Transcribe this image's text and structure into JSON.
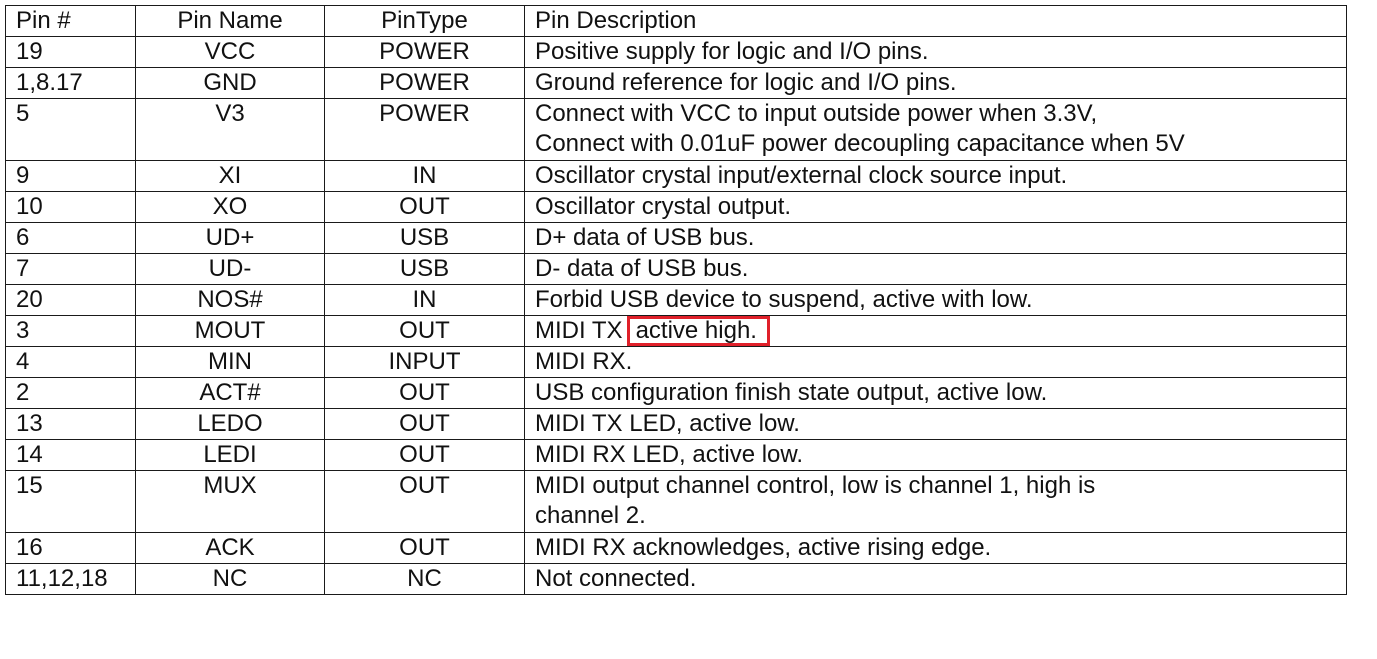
{
  "headers": {
    "pin": "Pin #",
    "name": "Pin Name",
    "type": "PinType",
    "desc": "Pin Description"
  },
  "rows": [
    {
      "pin": "19",
      "name": "VCC",
      "type": "POWER",
      "desc": [
        "Positive supply for logic and I/O pins."
      ]
    },
    {
      "pin": "1,8.17",
      "name": "GND",
      "type": "POWER",
      "desc": [
        "Ground reference for logic and I/O pins."
      ]
    },
    {
      "pin": "5",
      "name": "V3",
      "type": "POWER",
      "desc": [
        "Connect with VCC to input outside power when 3.3V,",
        "Connect with 0.01uF power decoupling capacitance when  5V"
      ]
    },
    {
      "pin": "9",
      "name": "XI",
      "type": "IN",
      "desc": [
        "Oscillator crystal input/external clock source input."
      ]
    },
    {
      "pin": "10",
      "name": "XO",
      "type": "OUT",
      "desc": [
        "Oscillator crystal output."
      ]
    },
    {
      "pin": "6",
      "name": "UD+",
      "type": "USB",
      "desc": [
        "D+ data of USB bus."
      ]
    },
    {
      "pin": "7",
      "name": "UD-",
      "type": "USB",
      "desc": [
        "D- data of USB bus."
      ]
    },
    {
      "pin": "20",
      "name": "NOS#",
      "type": "IN",
      "desc": [
        "Forbid USB device to suspend, active with low."
      ]
    },
    {
      "pin": "3",
      "name": "MOUT",
      "type": "OUT",
      "desc_prefix": "MIDI TX",
      "desc_highlight": "active high."
    },
    {
      "pin": "4",
      "name": "MIN",
      "type": "INPUT",
      "desc": [
        "MIDI RX."
      ]
    },
    {
      "pin": "2",
      "name": "ACT#",
      "type": "OUT",
      "desc": [
        "USB configuration finish state output, active low."
      ]
    },
    {
      "pin": "13",
      "name": "LEDO",
      "type": "OUT",
      "desc": [
        "MIDI TX LED, active low."
      ]
    },
    {
      "pin": "14",
      "name": "LEDI",
      "type": "OUT",
      "desc": [
        "MIDI RX LED, active low."
      ]
    },
    {
      "pin": "15",
      "name": "MUX",
      "type": "OUT",
      "desc": [
        "MIDI output channel control, low is channel 1, high is",
        "channel 2."
      ]
    },
    {
      "pin": "16",
      "name": "ACK",
      "type": "OUT",
      "desc": [
        "MIDI RX acknowledges, active rising edge."
      ]
    },
    {
      "pin": "11,12,18",
      "name": "NC",
      "type": "NC",
      "desc": [
        "Not connected."
      ]
    }
  ],
  "highlight_color": "#e0202a"
}
